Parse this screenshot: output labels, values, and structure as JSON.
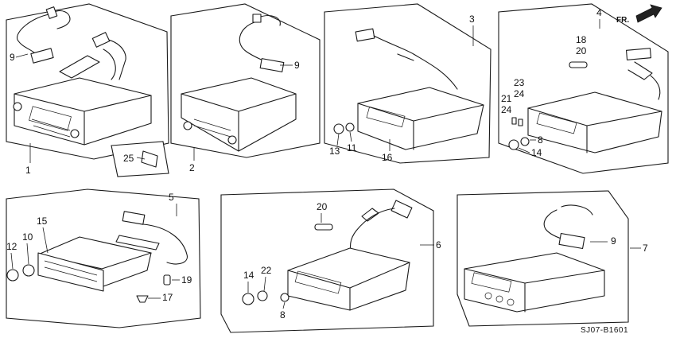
{
  "diagram": {
    "panels": [
      {
        "id": "panel-1",
        "labels": {
          "unit": "1",
          "harness": "9",
          "bracket": "25"
        }
      },
      {
        "id": "panel-2",
        "labels": {
          "unit": "2",
          "harness": "9"
        }
      },
      {
        "id": "panel-3",
        "labels": {
          "unit": "3",
          "knob_a": "13",
          "knob_b": "11",
          "face": "16"
        }
      },
      {
        "id": "panel-4",
        "labels": {
          "unit": "4",
          "fuse_a": "18",
          "fuse_b": "20",
          "part_a": "23",
          "part_b": "24",
          "part_c": "21",
          "part_d": "24",
          "knob_a": "8",
          "knob_b": "14"
        }
      },
      {
        "id": "panel-5",
        "labels": {
          "unit": "5",
          "knob_a": "12",
          "knob_b": "10",
          "face": "15",
          "fuse": "19",
          "bolt": "17"
        }
      },
      {
        "id": "panel-6",
        "labels": {
          "unit": "6",
          "fuse": "20",
          "knob_a": "14",
          "knob_b": "22",
          "knob_c": "8"
        }
      },
      {
        "id": "panel-7",
        "labels": {
          "unit": "7",
          "harness": "9"
        }
      }
    ],
    "direction_marker": "FR.",
    "diagram_code": "SJ07-B1601"
  }
}
